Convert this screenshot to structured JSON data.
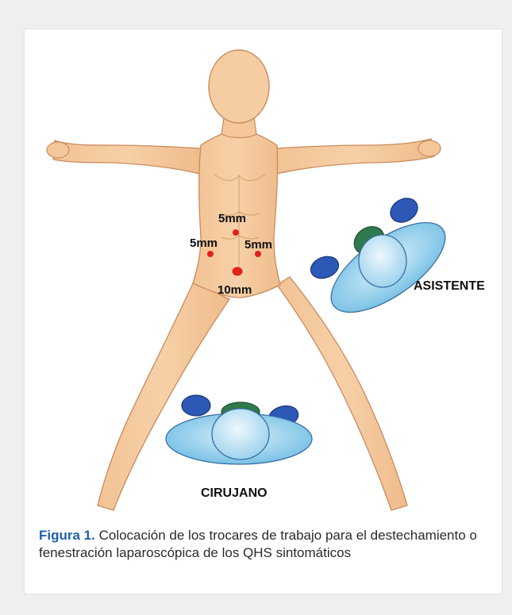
{
  "colors": {
    "page_background": "#efefef",
    "panel_background": "#ffffff",
    "skin": "#f5c79a",
    "skin_outline": "#c98a5c",
    "trocar_dot": "#e1211c",
    "person_light": "#8ecdea",
    "person_dark": "#2d58b6",
    "person_green": "#2f7a4c",
    "caption_accent": "#1f5fa8",
    "label_text": "#0f0f0f"
  },
  "trocars": [
    {
      "label": "5mm",
      "position_name": "upper-midline"
    },
    {
      "label": "5mm",
      "position_name": "left-lateral"
    },
    {
      "label": "5mm",
      "position_name": "right-lateral"
    },
    {
      "label": "10mm",
      "position_name": "umbilical"
    }
  ],
  "people": {
    "assistant": {
      "label": "ASISTENTE"
    },
    "surgeon": {
      "label": "CIRUJANO"
    }
  },
  "caption": {
    "figure_label": "Figura 1.",
    "text": " Colocación de los trocares de trabajo para el destechamiento o fenestración laparoscópica de los QHS sintomáticos"
  }
}
